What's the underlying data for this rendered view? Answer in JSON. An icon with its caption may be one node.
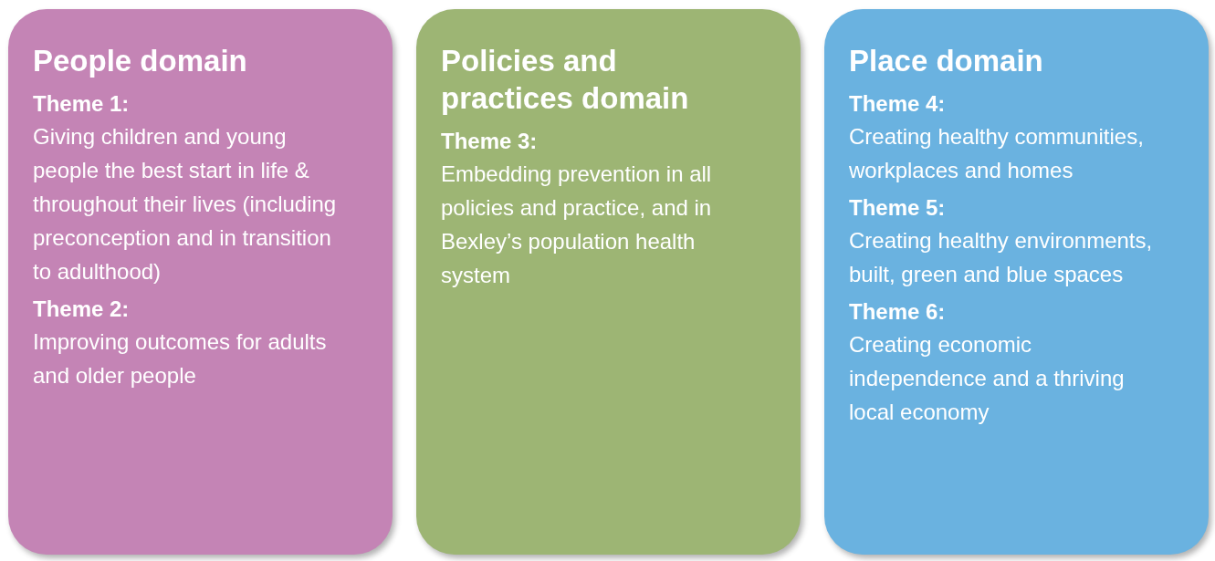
{
  "diagram": {
    "nodes": [
      {
        "text": [
          "People domain",
          "Theme 1:",
          "Giving children and young people the best start in life & throughout their lives (including preconception and in transition to adulthood)",
          "Theme 2:",
          "Improving outcomes for adults and older people"
        ]
      },
      {
        "text": [
          "Policies and practices domain",
          "Theme 3:",
          "Embedding prevention in all policies and practice, and in Bexley’s population health system"
        ]
      },
      {
        "text": [
          "Place domain",
          "Theme 4:",
          "Creating healthy communities, workplaces and homes",
          "Theme 5:",
          "Creating healthy environments, built, green and blue spaces",
          "Theme 6:",
          "Creating economic independence and a thriving local economy"
        ]
      }
    ]
  }
}
